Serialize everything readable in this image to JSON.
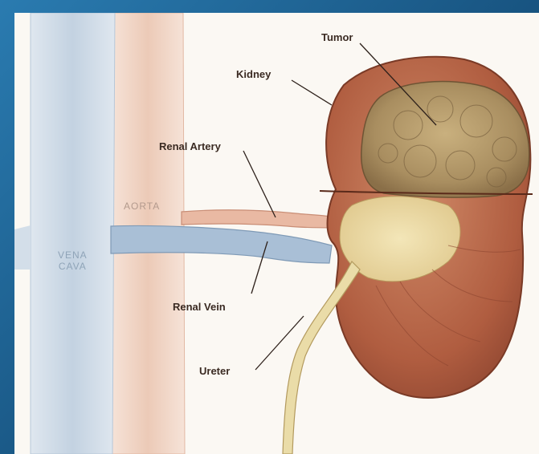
{
  "labels": {
    "tumor": "Tumor",
    "kidney": "Kidney",
    "renal_artery": "Renal Artery",
    "aorta": "AORTA",
    "vena_cava": "VENA\nCAVA",
    "renal_vein": "Renal Vein",
    "ureter": "Ureter"
  },
  "colors": {
    "frame": "#1f5f8c",
    "vena_cava": "#c5d3e2",
    "aorta": "#f1d6c7",
    "kidney": "#b8684a",
    "tumor": "#b79a6a"
  }
}
